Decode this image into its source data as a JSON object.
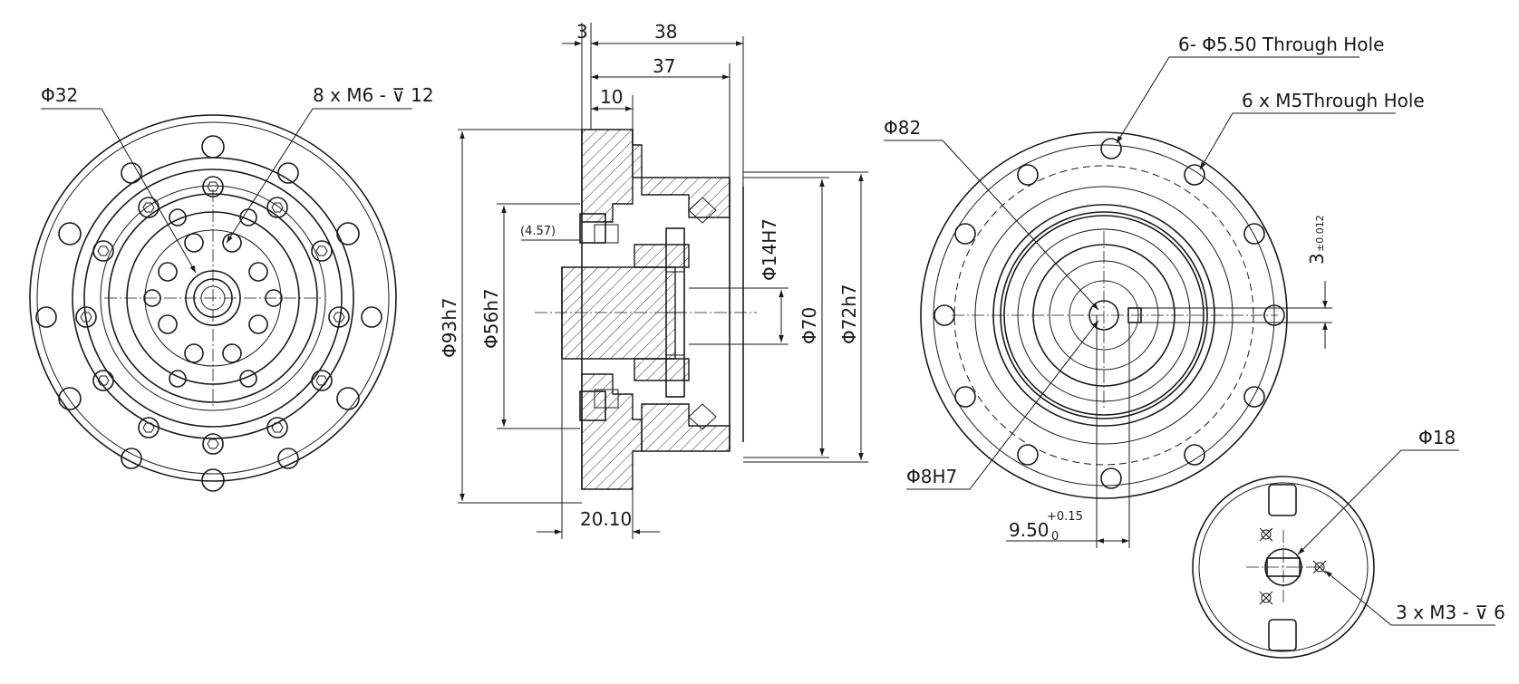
{
  "labels": {
    "left_dia32": "Φ32",
    "left_m6": "8 x M6 - ⊽ 12",
    "sec_3": "3",
    "sec_38": "38",
    "sec_37": "37",
    "sec_10": "10",
    "sec_457": "(4.57)",
    "sec_93h7": "Φ93h7",
    "sec_56h7": "Φ56h7",
    "sec_14h7": "Φ14H7",
    "sec_70": "Φ70",
    "sec_72h7": "Φ72h7",
    "sec_2010": "20.10",
    "right_82": "Φ82",
    "right_550": "6- Φ5.50 Through Hole",
    "right_m5": "6 x M5Through Hole",
    "right_tol3": "3",
    "right_tol3_sub": "±0.012",
    "right_8h7": "Φ8H7",
    "right_950": "9.50",
    "right_950_up": "+0.15",
    "right_950_dn": "0",
    "detail_18": "Φ18",
    "detail_m3": "3 x M3 - ⊽ 6"
  }
}
